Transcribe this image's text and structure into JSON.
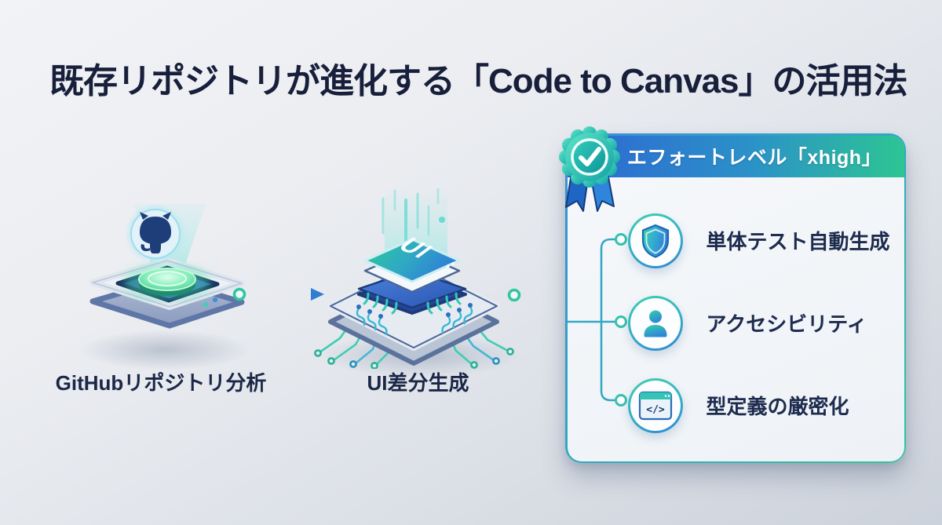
{
  "title": "既存リポジトリが進化する「Code to Canvas」の活用法",
  "flow": {
    "steps": [
      {
        "id": "github-analysis",
        "label": "GitHubリポジトリ分析",
        "icon": "github-octocat-hologram"
      },
      {
        "id": "ui-diff",
        "label": "UI差分生成",
        "icon": "ui-chip",
        "chip_text": "UI"
      }
    ],
    "connectors": [
      {
        "from": "github-analysis",
        "to": "ui-diff",
        "style": "arrow-right"
      },
      {
        "from": "ui-diff",
        "to": "effort-panel",
        "style": "node-line"
      }
    ]
  },
  "panel": {
    "id": "effort-panel",
    "badge_icon": "rosette-check",
    "header": "エフォートレベル「xhigh」",
    "items": [
      {
        "icon": "shield",
        "label": "単体テスト自動生成"
      },
      {
        "icon": "user",
        "label": "アクセシビリティ"
      },
      {
        "icon": "code-window",
        "label": "型定義の厳密化"
      }
    ]
  },
  "colors": {
    "accent_blue": "#2d67d3",
    "accent_teal": "#2dc593",
    "title_text": "#171f3b",
    "label_text": "#1d2b4e",
    "header_text": "#ffffff",
    "card_bg": "#f3f6f9"
  }
}
